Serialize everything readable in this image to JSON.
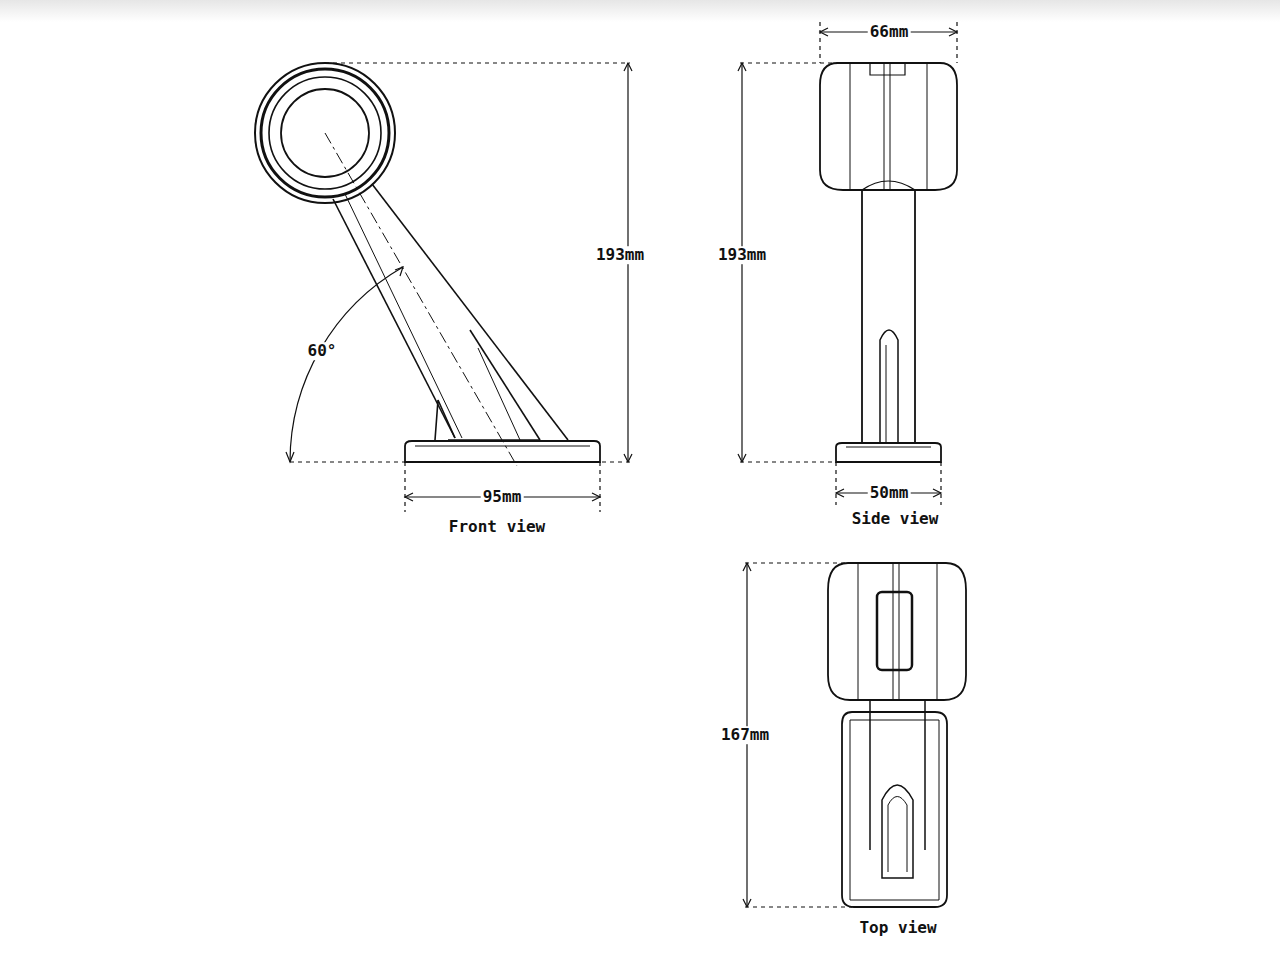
{
  "diagram": {
    "labels": [
      "193mm",
      "60°",
      "95mm",
      "Front view",
      "66mm",
      "193mm",
      "50mm",
      "Side view",
      "167mm",
      "Top view"
    ]
  }
}
